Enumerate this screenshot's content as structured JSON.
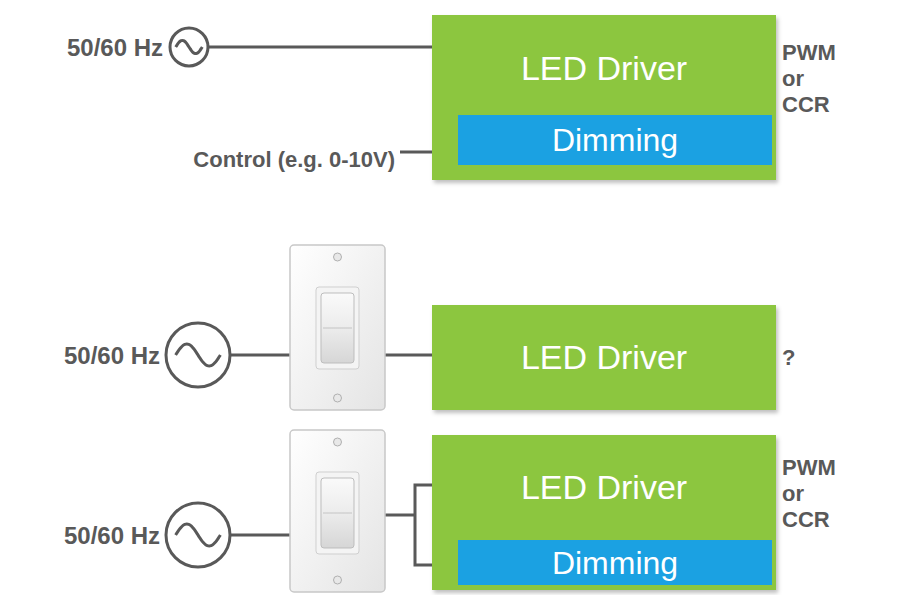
{
  "diagram": {
    "nodes": [
      {
        "text": [
          "LED Driver"
        ]
      },
      {
        "text": [
          "Dimming"
        ],
        "in": 0
      },
      {
        "text": [
          "LED Driver"
        ]
      },
      {
        "text": [
          "LED Driver"
        ]
      },
      {
        "text": [
          "Dimming"
        ],
        "in": 3
      }
    ],
    "labels": [
      "50/60 Hz",
      "Control (e.g. 0-10V)",
      "PWM or CCR",
      "50/60 Hz",
      "?",
      "50/60 Hz",
      "PWM or CCR"
    ]
  }
}
